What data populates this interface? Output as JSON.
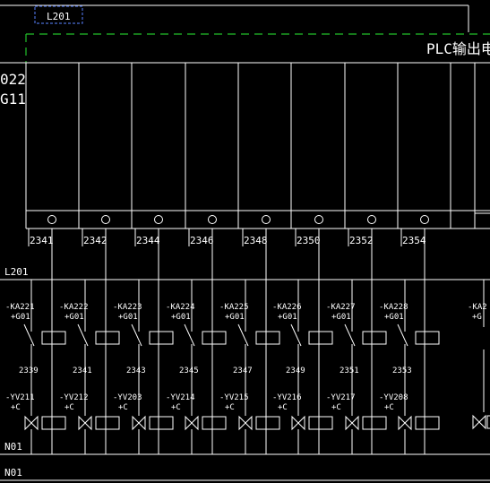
{
  "top_label": "L201",
  "plc_title": "PLC输出电源",
  "left_codes": [
    "022",
    "G11"
  ],
  "terminal_numbers": [
    "2341",
    "2342",
    "2344",
    "2346",
    "2348",
    "2350",
    "2352",
    "2354"
  ],
  "bus_top_label": "L201",
  "relays": [
    {
      "ka": "-KA221",
      "g": "+G01",
      "wire": "2339",
      "yv": "-YV211",
      "c": "+C"
    },
    {
      "ka": "-KA222",
      "g": "+G01",
      "wire": "2341",
      "yv": "-YV212",
      "c": "+C"
    },
    {
      "ka": "-KA223",
      "g": "+G01",
      "wire": "2343",
      "yv": "-YV203",
      "c": "+C"
    },
    {
      "ka": "-KA224",
      "g": "+G01",
      "wire": "2345",
      "yv": "-YV214",
      "c": "+C"
    },
    {
      "ka": "-KA225",
      "g": "+G01",
      "wire": "2347",
      "yv": "-YV215",
      "c": "+C"
    },
    {
      "ka": "-KA226",
      "g": "+G01",
      "wire": "2349",
      "yv": "-YV216",
      "c": "+C"
    },
    {
      "ka": "-KA227",
      "g": "+G01",
      "wire": "2351",
      "yv": "-YV217",
      "c": "+C"
    },
    {
      "ka": "-KA228",
      "g": "+G01",
      "wire": "2353",
      "yv": "-YV208",
      "c": "+C"
    }
  ],
  "partial_relay": {
    "ka": "-KA2",
    "g": "+G"
  },
  "bus_bottom_labels": [
    "N01",
    "N01"
  ],
  "colors": {
    "line": "#ffffff",
    "selection": "#4a6cd4",
    "dashed": "#22c02a",
    "background": "#000000"
  }
}
